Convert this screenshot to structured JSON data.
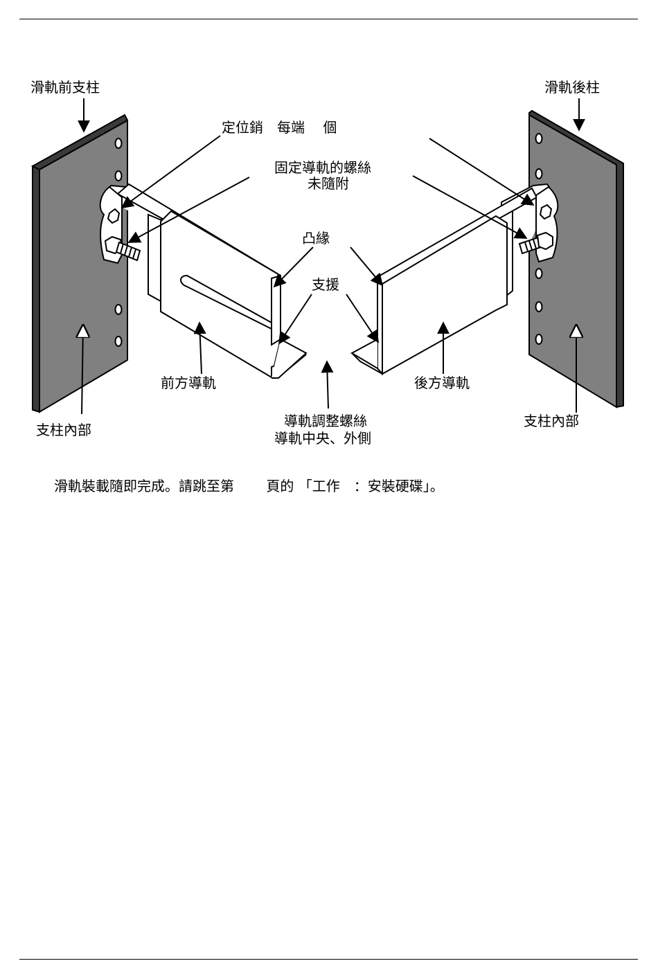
{
  "labels": {
    "front_post": "滑軌前支柱",
    "rear_post": "滑軌後柱",
    "locating_pins": "定位銷　每端　 個",
    "rail_screws_line1": "固定導軌的螺絲",
    "rail_screws_line2": "未隨附",
    "flange": "凸緣",
    "support": "支援",
    "front_rail": "前方導軌",
    "rear_rail": "後方導軌",
    "post_inside_left": "支柱內部",
    "post_inside_right": "支柱內部",
    "adjust_screws_line1": "導軌調整螺絲",
    "adjust_screws_line2": "導軌中央、外側"
  },
  "caption": {
    "text": "滑軌裝載隨即完成。請跳至第　　 頁的 「工作　：安裝硬碟」。"
  },
  "colors": {
    "post_fill": "#808080",
    "post_edge": "#3a3a3a",
    "line": "#000000",
    "rail_fill": "#ffffff"
  }
}
